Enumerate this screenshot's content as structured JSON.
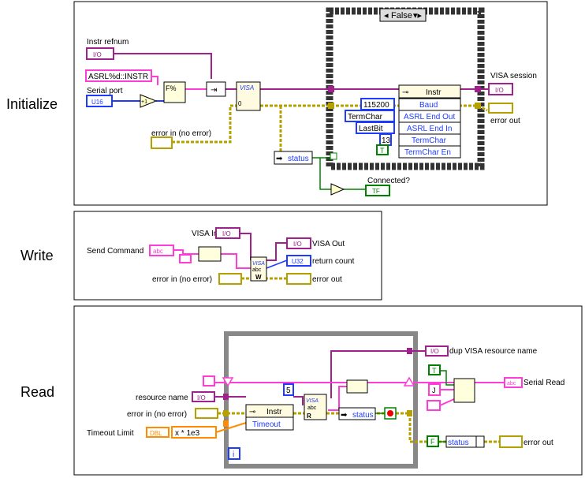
{
  "sections": {
    "initialize": "Initialize",
    "write": "Write",
    "read": "Read"
  },
  "initialize": {
    "instr_refnum": "Instr refnum",
    "io_tag": "I/O",
    "format_string": "ASRL%d::INSTR",
    "serial_port": "Serial port",
    "u16": "U16",
    "increment": "+1",
    "format_icon": "F%",
    "visa_open": "VISA",
    "visa_open_sub": "0",
    "error_in": "error in (no error)",
    "status": "status",
    "connected": "Connected?",
    "tf": "TF",
    "case_selector": "False",
    "property_class": "Instr",
    "props": [
      "Baud",
      "ASRL End Out",
      "ASRL End In",
      "TermChar",
      "TermChar En"
    ],
    "baud_value": "115200",
    "end_out_value": "TermChar",
    "end_in_value": "LastBit",
    "termchar_value": "13",
    "termchar_en_value": "T",
    "visa_session": "VISA session",
    "error_out": "error out"
  },
  "write": {
    "visa_in": "VISA In",
    "send_command": "Send Command",
    "abc": "abc",
    "visa_out": "VISA Out",
    "return_count": "return count",
    "u32": "U32",
    "error_in": "error in (no error)",
    "error_out": "error out",
    "w": "W"
  },
  "read": {
    "dup_visa": "dup VISA resource name",
    "serial_read": "Serial Read",
    "resource_name": "resource name",
    "error_in": "error in (no error)",
    "timeout_limit": "Timeout Limit",
    "dbl": "DBL",
    "multiply": "x * 1e3",
    "property_class": "Instr",
    "timeout": "Timeout",
    "bytes": "5",
    "status": "status",
    "r": "R",
    "t_const": "T",
    "j_const": "J",
    "f_const": "F",
    "iteration": "i",
    "error_out": "error out"
  },
  "colors": {
    "purple_wire": "#a0208c",
    "pink_wire": "#ff3cd7",
    "error_wire": "#b4a000",
    "bool_wire": "#008200",
    "blue_num": "#1e3cff",
    "orange": "#ff8c00"
  }
}
